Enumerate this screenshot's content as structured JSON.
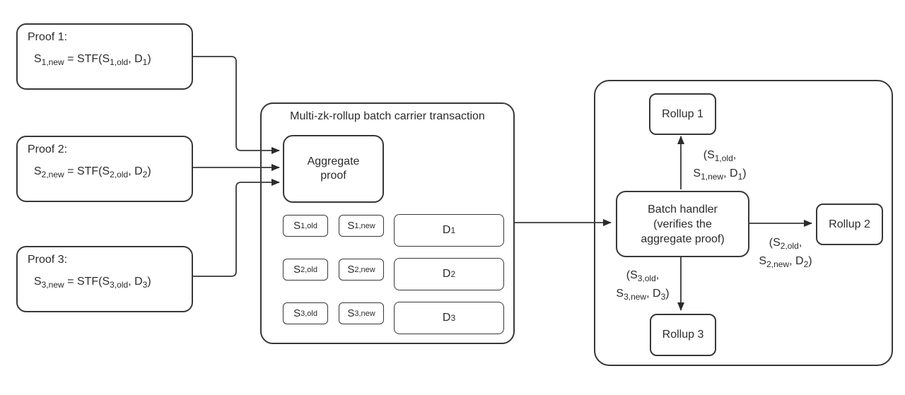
{
  "colors": {
    "stroke": "#383838",
    "text": "#2b2b2b",
    "bg": "#ffffff"
  },
  "proofs": [
    {
      "title": "Proof 1:",
      "formula": "S~1,new~ = STF(S~1,old~, D~1~)"
    },
    {
      "title": "Proof 2:",
      "formula": "S~2,new~ = STF(S~2,old~, D~2~)"
    },
    {
      "title": "Proof 3:",
      "formula": "S~3,new~ = STF(S~3,old~, D~3~)"
    }
  ],
  "carrier": {
    "title": "Multi-zk-rollup batch carrier transaction",
    "aggregate_label": "Aggregate\nproof",
    "rows": [
      {
        "s_old": "S~1,old~",
        "s_new": "S~1,new~",
        "d": "D~1~"
      },
      {
        "s_old": "S~2,old~",
        "s_new": "S~2,new~",
        "d": "D~2~"
      },
      {
        "s_old": "S~3,old~",
        "s_new": "S~3,new~",
        "d": "D~3~"
      }
    ]
  },
  "handler_group": {
    "batch_handler_label": "Batch handler\n(verifies the\naggregate proof)",
    "rollups": [
      {
        "label": "Rollup 1"
      },
      {
        "label": "Rollup 2"
      },
      {
        "label": "Rollup 3"
      }
    ],
    "edge_labels": [
      "(S~1,old~,\nS~1,new~, D~1~)",
      "(S~2,old~,\nS~2,new~, D~2~)",
      "(S~3,old~,\nS~3,new~, D~3~)"
    ]
  }
}
